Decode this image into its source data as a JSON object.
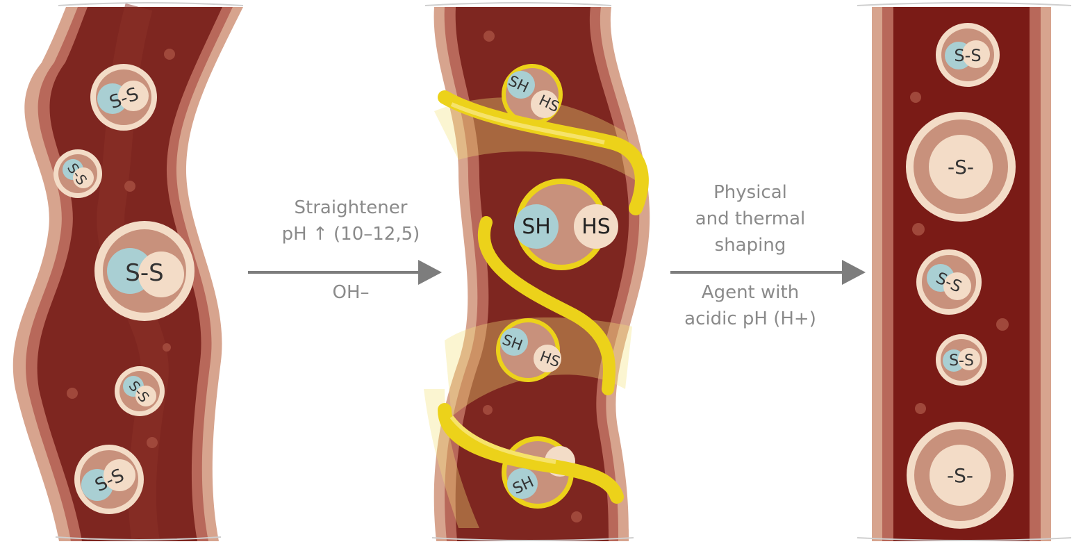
{
  "steps": [
    {
      "label_lines": [
        "Straightener",
        "pH ↑ (10–12,5)"
      ],
      "below_arrow": "OH–"
    },
    {
      "label_lines": [
        "Physical",
        "and thermal",
        "shaping"
      ],
      "below_arrow_lines": [
        "Agent with",
        "acidic pH (H+)"
      ]
    }
  ],
  "bond_labels": {
    "disulfide": "S-S",
    "thiol_left": "SH",
    "thiol_right": "HS",
    "lanthionine": "-S-"
  },
  "colors": {
    "hair_core": "#7e2620",
    "hair_mid": "#b8685a",
    "hair_edge": "#d7a48e",
    "bead_outer": "#f3dcc7",
    "bead_inner": "#c8917c",
    "blue_bead": "#a9cfd3",
    "ribbon": "#ecd21a",
    "arrow": "#7d7d7d",
    "text": "#8a8a8a"
  }
}
